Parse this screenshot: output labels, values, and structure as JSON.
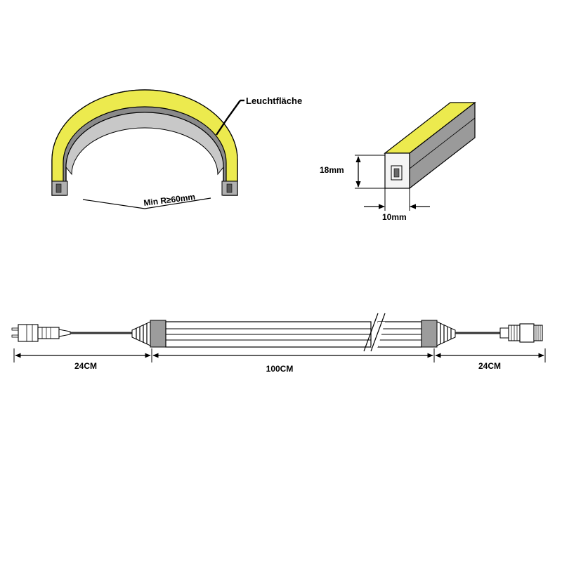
{
  "labels": {
    "light_surface": "Leuchtfläche",
    "min_radius": "Min  R≥60mm",
    "height": "18mm",
    "width": "10mm",
    "left_cable": "24CM",
    "strip_length": "100CM",
    "right_cable": "24CM"
  },
  "colors": {
    "light": "#ECEA4E",
    "body_dark": "#7E7E7E",
    "body_mid": "#B8B8B8",
    "end_cap": "#9C9C9C",
    "line": "#000000"
  }
}
